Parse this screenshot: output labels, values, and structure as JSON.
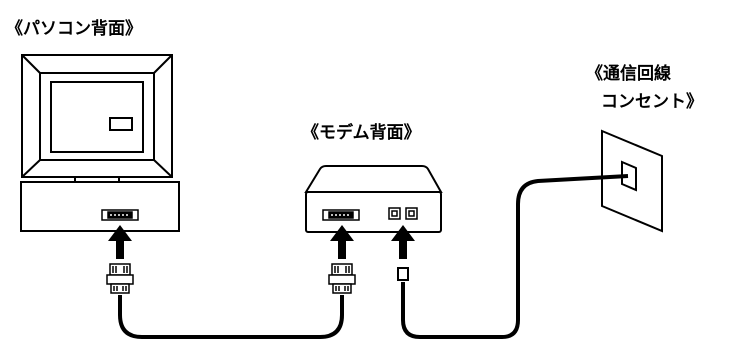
{
  "labels": {
    "pc_back": "《パソコン背面》",
    "modem_back": "《モデム背面》",
    "outlet_line1": "《通信回線",
    "outlet_line2": "コンセント》"
  },
  "colors": {
    "line": "#000000",
    "fill": "#ffffff"
  }
}
